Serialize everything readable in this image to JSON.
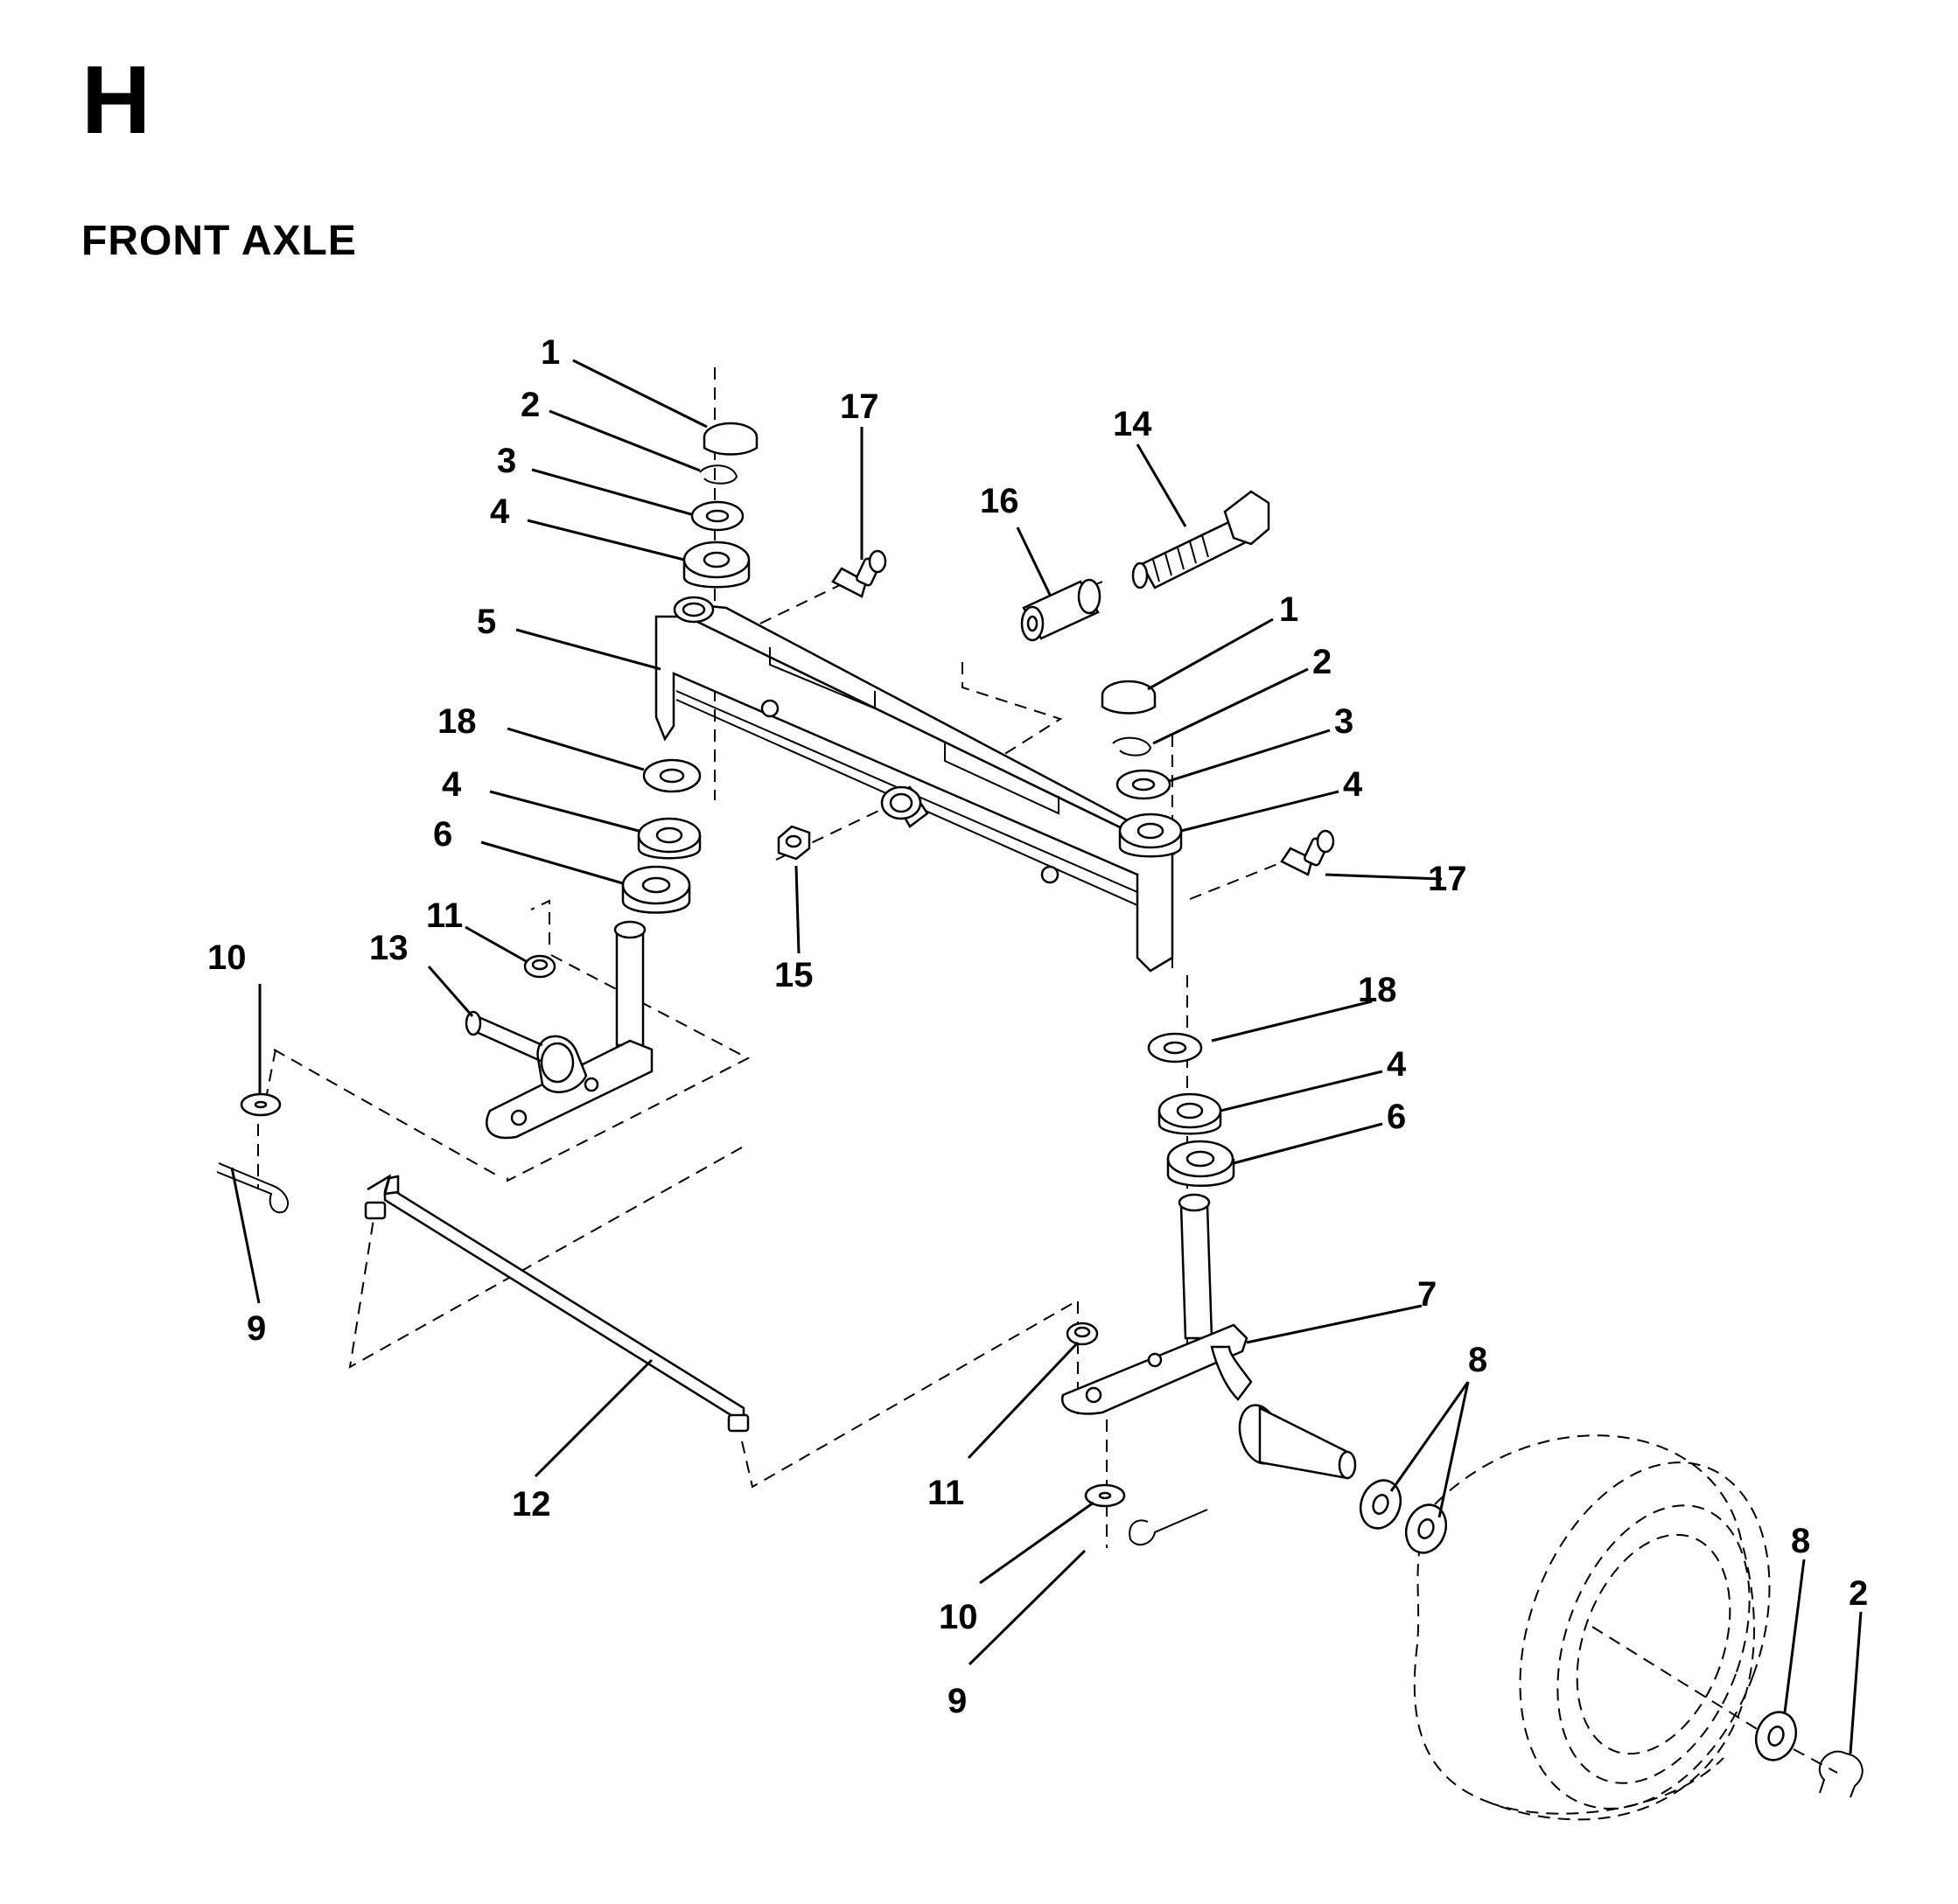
{
  "section": {
    "letter": "H",
    "title": "FRONT AXLE"
  },
  "callouts": [
    "1",
    "2",
    "3",
    "4",
    "5",
    "6",
    "7",
    "8",
    "9",
    "10",
    "11",
    "12",
    "13",
    "14",
    "15",
    "16",
    "17",
    "18"
  ]
}
